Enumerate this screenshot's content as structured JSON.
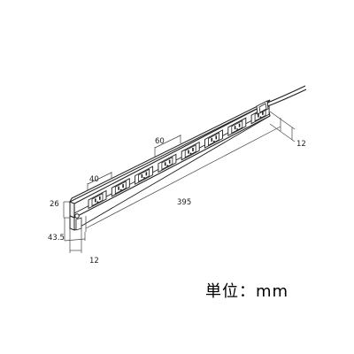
{
  "dimensions": {
    "outlet_pitch_small": "40",
    "outlet_pitch_large": "60",
    "length": "395",
    "height": "26",
    "depth": "43.5",
    "end_thickness_left": "12",
    "end_thickness_right": "12"
  },
  "outlet_count": 8,
  "unit_label": "単位：mm"
}
